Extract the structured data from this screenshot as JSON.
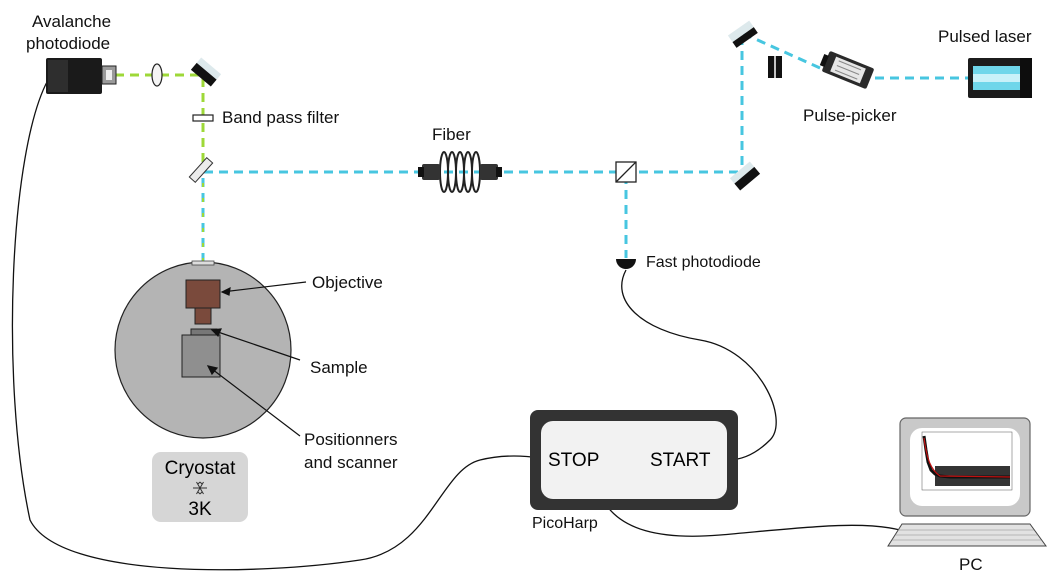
{
  "labels": {
    "apd_line1": "Avalanche",
    "apd_line2": "photodiode",
    "band_pass": "Band pass filter",
    "fiber": "Fiber",
    "pulsed_laser": "Pulsed laser",
    "pulse_picker": "Pulse-picker",
    "fast_photodiode": "Fast photodiode",
    "objective": "Objective",
    "sample": "Sample",
    "positioners_line1": "Positionners",
    "positioners_line2": "and scanner",
    "cryostat": "Cryostat",
    "cryostat_temp": "3K",
    "picoharp": "PicoHarp",
    "stop": "STOP",
    "start": "START",
    "pc": "PC"
  },
  "colors": {
    "cyan_beam": "#47c6e0",
    "green_beam": "#9ed838",
    "cryostat_fill": "#b4b4b4",
    "cryostat_label_bg": "#d6d6d6",
    "objective": "#7a4a3c",
    "decay_curve": "#c01010"
  },
  "icons": [
    "snowflake-icon"
  ]
}
